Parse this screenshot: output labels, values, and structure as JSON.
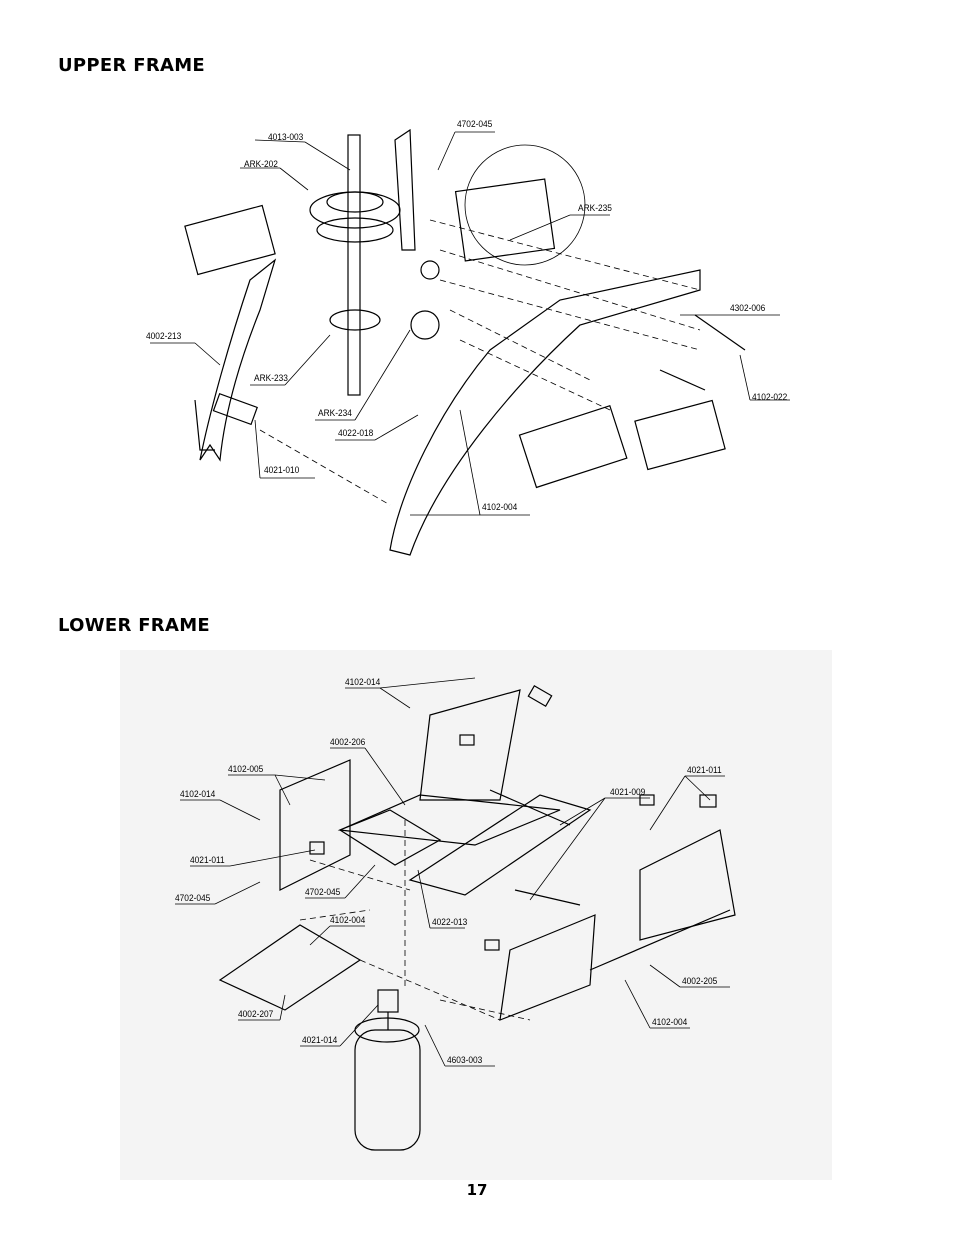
{
  "upper": {
    "title": "UPPER FRAME",
    "labels": {
      "l4013_003": "4013-003",
      "ark202": "ARK-202",
      "l4702_045": "4702-045",
      "ark235": "ARK-235",
      "l4302_006": "4302-006",
      "l4002_213": "4002-213",
      "ark233": "ARK-233",
      "ark234": "ARK-234",
      "l4022_018": "4022-018",
      "l4102_022": "4102-022",
      "l4021_010": "4021-010",
      "l4102_004": "4102-004"
    }
  },
  "lower": {
    "title": "LOWER FRAME",
    "labels": {
      "l4102_014_top": "4102-014",
      "l4002_206": "4002-206",
      "l4102_005": "4102-005",
      "l4102_014_left": "4102-014",
      "l4021_009": "4021-009",
      "l4021_011_right": "4021-011",
      "l4021_011_left": "4021-011",
      "l4702_045_left": "4702-045",
      "l4702_045_mid": "4702-045",
      "l4102_004_mid": "4102-004",
      "l4022_013": "4022-013",
      "l4002_207": "4002-207",
      "l4021_014": "4021-014",
      "l4603_003": "4603-003",
      "l4002_205": "4002-205",
      "l4102_004_right": "4102-004"
    }
  },
  "page_number": "17"
}
